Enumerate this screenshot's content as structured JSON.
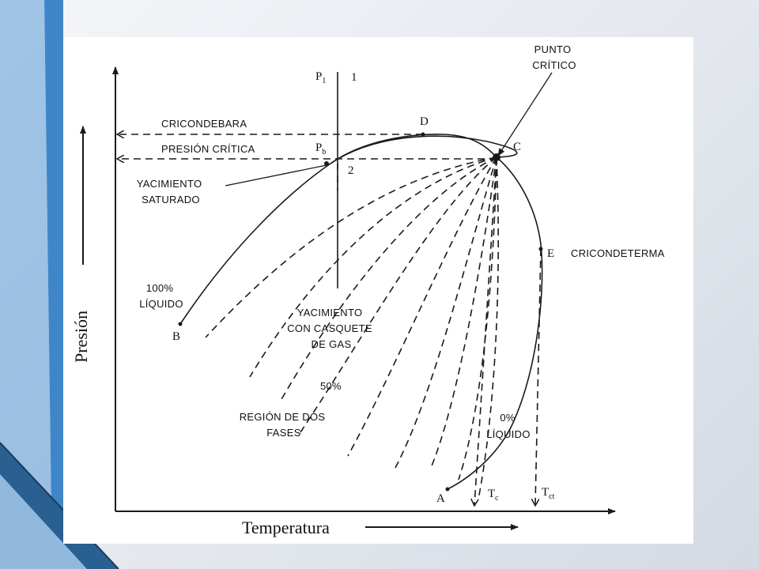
{
  "diagram": {
    "axes": {
      "y_label": "Presión",
      "x_label": "Temperatura"
    },
    "points": {
      "P1": {
        "main": "P",
        "sub": "1"
      },
      "one": "1",
      "Pb": {
        "main": "P",
        "sub": "b"
      },
      "two": "2",
      "D": "D",
      "C": "C",
      "E": "E",
      "B": "B",
      "A": "A",
      "Tc": {
        "main": "T",
        "sub": "c"
      },
      "Tct": {
        "main": "T",
        "sub": "ct"
      }
    },
    "labels": {
      "punto_critico": [
        "PUNTO",
        "CRÍTICO"
      ],
      "cricondebara": "CRICONDEBARA",
      "presion_critica": "PRESIÓN CRÍTICA",
      "yacimiento_saturado": [
        "YACIMIENTO",
        "SATURADO"
      ],
      "cricondeterma": "CRICONDETERMA",
      "liquido_100": [
        "100%",
        "LÍQUIDO"
      ],
      "casquete": [
        "YACIMIENTO",
        "CON CASQUETE",
        "DE GAS"
      ],
      "cincuenta": "50%",
      "dos_fases": [
        "REGIÓN DE DOS",
        "FASES"
      ],
      "liquido_0": [
        "0%",
        "LÍQUIDO"
      ]
    }
  }
}
